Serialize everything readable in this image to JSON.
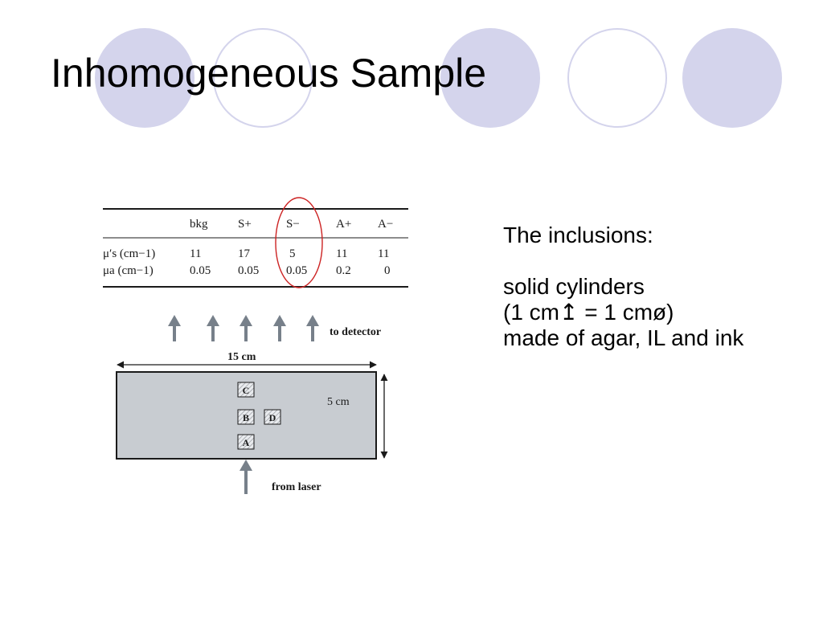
{
  "slide": {
    "title": "Inhomogeneous Sample",
    "theme_colors": {
      "circle_fill": "#d4d4ec",
      "circle_outline": "#d4d4ec",
      "highlight": "#cc2222",
      "arrow": "#77808a",
      "sample_fill": "#c8ccd1"
    }
  },
  "table": {
    "headers": [
      "",
      "bkg",
      "S+",
      "S−",
      "A+",
      "A−"
    ],
    "rows": [
      {
        "label": "μ′s (cm−1)",
        "values": [
          "11",
          "17",
          "5",
          "11",
          "11"
        ]
      },
      {
        "label": "μa (cm−1)",
        "values": [
          "0.05",
          "0.05",
          "0.05",
          "0.2",
          "0"
        ]
      }
    ]
  },
  "diagram": {
    "detector_label": "to detector",
    "laser_label": "from laser",
    "width_label": "15 cm",
    "height_label": "5 cm",
    "inclusions": [
      "C",
      "B",
      "D",
      "A"
    ]
  },
  "description": {
    "heading": "The inclusions:",
    "line1": "solid cylinders",
    "line2": "(1 cm↥ = 1 cmø)",
    "line3": "made of agar, IL and ink"
  }
}
